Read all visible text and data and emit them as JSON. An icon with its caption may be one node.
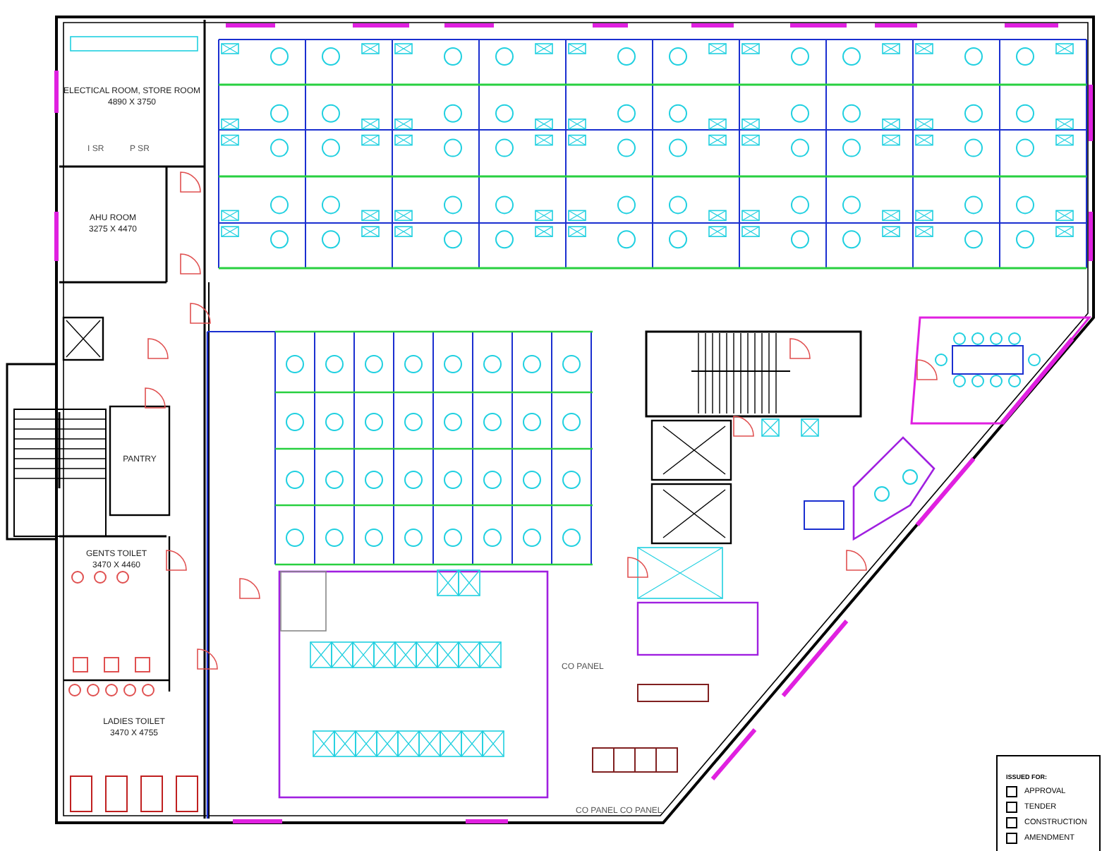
{
  "diagram": {
    "nodes": [
      {
        "text": [
          "ELECTICAL ROOM, STORE ROOM",
          "4890 X 3750"
        ]
      },
      {
        "text": [
          "AHU ROOM",
          "3275 X 4470"
        ]
      },
      {
        "text": [
          "PANTRY"
        ]
      },
      {
        "text": [
          "GENTS TOILET",
          "3470 X 4460"
        ]
      },
      {
        "text": [
          "LADIES TOILET",
          "3470 X 4755"
        ]
      }
    ],
    "edges": [],
    "labels": [
      "I SR",
      "P SR",
      "CO PANEL",
      "CO PANEL CO PANEL",
      "ISSUED FOR:"
    ],
    "legend": [
      {
        "text": "APPROVAL"
      },
      {
        "text": "TENDER"
      },
      {
        "text": "CONSTRUCTION"
      },
      {
        "text": "AMENDMENT"
      }
    ]
  }
}
